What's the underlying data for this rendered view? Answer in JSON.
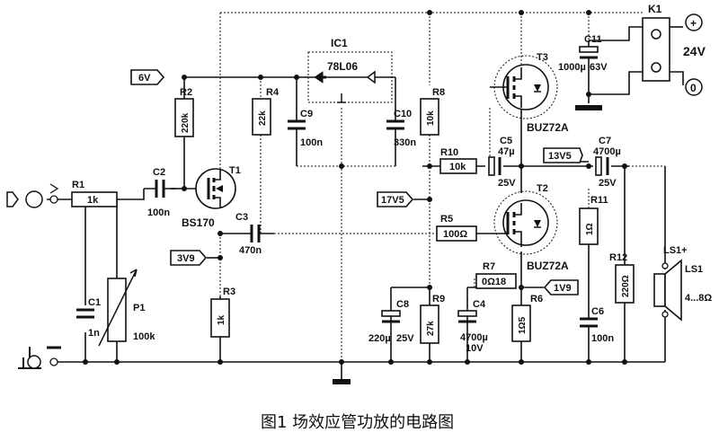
{
  "caption": "图1  场效应管功放的电路图",
  "ic": {
    "ref": "IC1",
    "part": "78L06"
  },
  "voltage_tags": {
    "v6": "6V",
    "v3v9": "3V9",
    "v17v5": "17V5",
    "v13v5": "13V5",
    "v1v9": "1V9"
  },
  "supply": {
    "connector": "K1",
    "voltage": "24V",
    "plus": "+",
    "zero": "0"
  },
  "transistors": {
    "t1": {
      "ref": "T1",
      "part": "BS170"
    },
    "t2": {
      "ref": "T2",
      "part": "BUZ72A"
    },
    "t3": {
      "ref": "T3",
      "part": "BUZ72A"
    }
  },
  "resistors": {
    "r1": {
      "ref": "R1",
      "value": "1k"
    },
    "r2": {
      "ref": "R2",
      "value": "220k"
    },
    "r3": {
      "ref": "R3",
      "value": "1k"
    },
    "r4": {
      "ref": "R4",
      "value": "22k"
    },
    "r5": {
      "ref": "R5",
      "value": "100Ω"
    },
    "r6": {
      "ref": "R6",
      "value": "1Ω5"
    },
    "r7": {
      "ref": "R7",
      "value": "0Ω18"
    },
    "r8": {
      "ref": "R8",
      "value": "10k"
    },
    "r9": {
      "ref": "R9",
      "value": "27k"
    },
    "r10": {
      "ref": "R10",
      "value": "10k"
    },
    "r11": {
      "ref": "R11",
      "value": "1Ω"
    },
    "r12": {
      "ref": "R12",
      "value": "220Ω"
    }
  },
  "pot": {
    "ref": "P1",
    "value": "100k"
  },
  "capacitors": {
    "c1": {
      "ref": "C1",
      "value": "1n"
    },
    "c2": {
      "ref": "C2",
      "value": "100n"
    },
    "c3": {
      "ref": "C3",
      "value": "470n"
    },
    "c4": {
      "ref": "C4",
      "value": "4700µ",
      "voltage": "10V"
    },
    "c5": {
      "ref": "C5",
      "value": "47µ",
      "voltage": "25V"
    },
    "c6": {
      "ref": "C6",
      "value": "100n"
    },
    "c7": {
      "ref": "C7",
      "value": "4700µ",
      "voltage": "25V"
    },
    "c8": {
      "ref": "C8",
      "value": "220µ",
      "voltage": "25V"
    },
    "c9": {
      "ref": "C9",
      "value": "100n"
    },
    "c10": {
      "ref": "C10",
      "value": "330n"
    },
    "c11": {
      "ref": "C11",
      "value": "1000µ",
      "voltage": "63V"
    }
  },
  "speaker": {
    "ref": "LS1",
    "plus": "LS1+",
    "impedance": "4...8Ω"
  }
}
